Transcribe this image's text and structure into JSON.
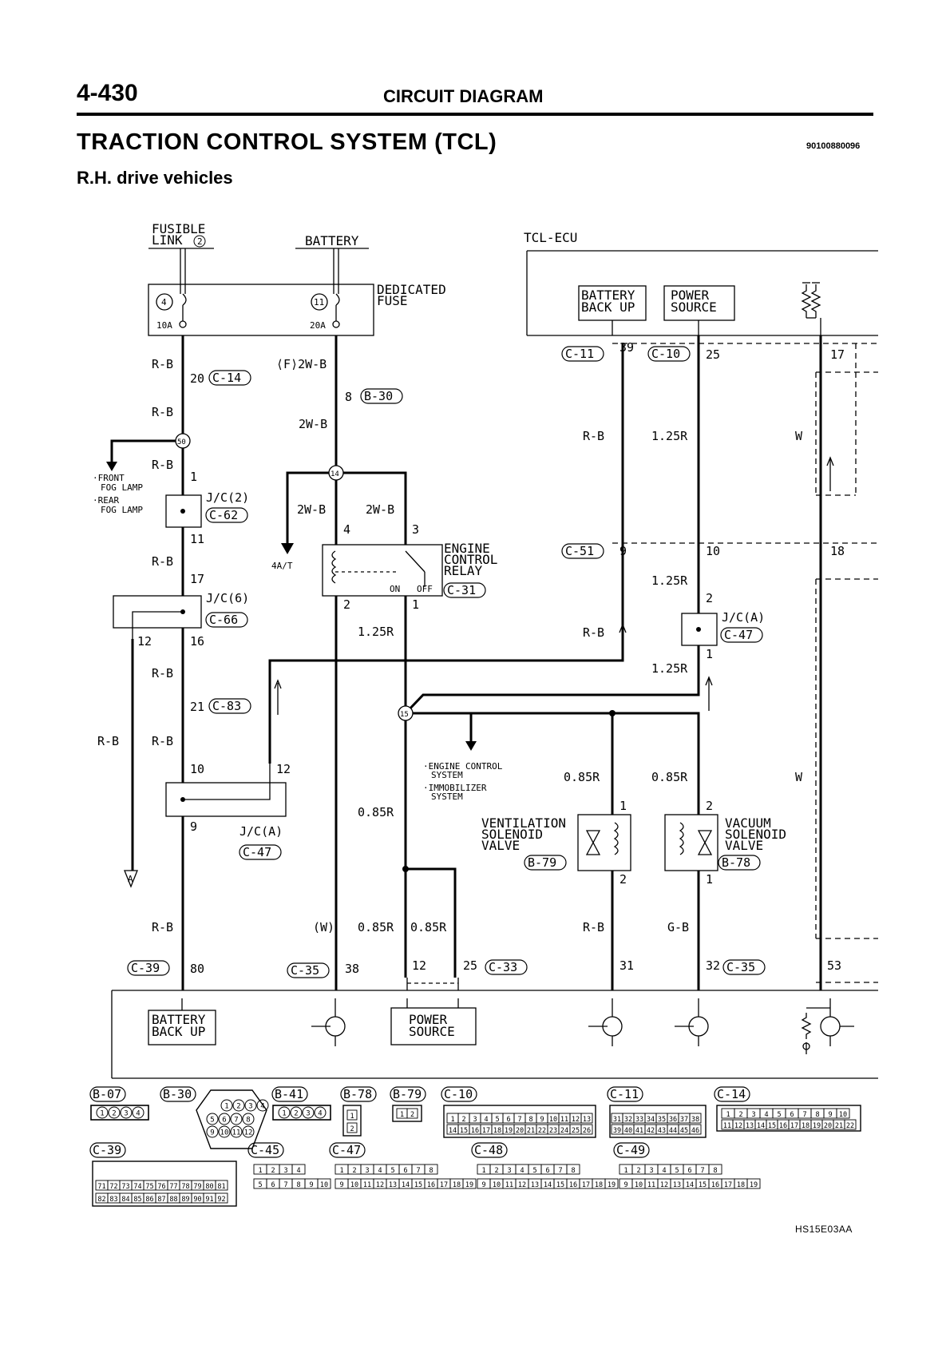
{
  "header": {
    "page_number": "4-430",
    "section_title": "CIRCUIT DIAGRAM",
    "title": "TRACTION CONTROL SYSTEM (TCL)",
    "doc_code": "90100880096",
    "subtitle": "R.H. drive vehicles",
    "figure_code": "HS15E03AA"
  },
  "diagram": {
    "labels": {
      "fusible_link_1": "FUSIBLE",
      "fusible_link_2": "LINK",
      "fusible_num": "2",
      "battery": "BATTERY",
      "tcl_ecu": "TCL-ECU",
      "dedicated_fuse_1": "DEDICATED",
      "dedicated_fuse_2": "FUSE",
      "fuse4_num": "4",
      "fuse4_amp": "10A",
      "fuse11_num": "11",
      "fuse11_amp": "20A",
      "ecu_battery_backup_1": "BATTERY",
      "ecu_battery_backup_2": "BACK UP",
      "ecu_power_source_1": "POWER",
      "ecu_power_source_2": "SOURCE",
      "front_fog_lamp_1": "·FRONT",
      "front_fog_lamp_2": "FOG LAMP",
      "rear_fog_lamp_1": "·REAR",
      "rear_fog_lamp_2": "FOG LAMP",
      "jc2": "J/C(2)",
      "jc6": "J/C(6)",
      "jca_1": "J/C(A)",
      "jca_2": "J/C(A)",
      "to_4at": "4A/T",
      "ecr_1": "ENGINE",
      "ecr_2": "CONTROL",
      "ecr_3": "RELAY",
      "on": "ON",
      "off": "OFF",
      "engine_control_system_1": "·ENGINE CONTROL",
      "engine_control_system_2": "SYSTEM",
      "immobilizer_1": "·IMMOBILIZER",
      "immobilizer_2": "SYSTEM",
      "vent_1": "VENTILATION",
      "vent_2": "SOLENOID",
      "vent_3": "VALVE",
      "vac_1": "VACUUM",
      "vac_2": "SOLENOID",
      "vac_3": "VALVE",
      "bottom_battery_backup_1": "BATTERY",
      "bottom_battery_backup_2": "BACK UP",
      "bottom_power_source_1": "POWER",
      "bottom_power_source_2": "SOURCE",
      "ground_a": "A"
    },
    "wire_colors": {
      "rb_1": "R-B",
      "rb_2": "R-B",
      "rb_3": "R-B",
      "rb_4": "R-B",
      "rb_5": "R-B",
      "rb_6": "R-B",
      "rb_7": "R-B",
      "rb_8": "R-B",
      "rb_9": "R-B",
      "rb_10": "R-B",
      "rb_11": "R-B",
      "f2wb": "⟨F⟩2W-B",
      "w2b_1": "2W-B",
      "w2b_2": "2W-B",
      "w2b_3": "2W-B",
      "r125_1": "1.25R",
      "r125_2": "1.25R",
      "r125_3": "1.25R",
      "r125_4": "1.25R",
      "r085_1": "0.85R",
      "r085_2": "0.85R",
      "r085_3": "0.85R",
      "r085_4": "0.85R",
      "r085_5": "0.85R",
      "w_1": "W",
      "w_2": "W",
      "w_paren": "(W)",
      "gb": "G-B"
    },
    "pins": {
      "p20": "20",
      "p8": "8",
      "p39": "39",
      "p25": "25",
      "p17": "17",
      "p1a": "1",
      "p11": "11",
      "p17b": "17",
      "p12a": "12",
      "p16": "16",
      "p4": "4",
      "p3": "3",
      "p2a": "2",
      "p1b": "1",
      "p9a": "9",
      "p10a": "10",
      "p18": "18",
      "p2b": "2",
      "p1c": "1",
      "p21": "21",
      "p10b": "10",
      "p12b": "12",
      "p9b": "9",
      "p1d": "1",
      "p2c": "2",
      "p2d": "2",
      "p1e": "1",
      "p80": "80",
      "p38": "38",
      "p12c": "12",
      "p25b": "25",
      "p31": "31",
      "p32": "32",
      "p53": "53"
    },
    "splices": {
      "s50": "50",
      "s14": "14",
      "s15": "15"
    },
    "connectors": {
      "c14": "C-14",
      "b30": "B-30",
      "c11": "C-11",
      "c10": "C-10",
      "c62": "C-62",
      "c66": "C-66",
      "c51": "C-51",
      "c31": "C-31",
      "c47a": "C-47",
      "c83": "C-83",
      "c47b": "C-47",
      "b79": "B-79",
      "b78": "B-78",
      "c39": "C-39",
      "c35a": "C-35",
      "c33": "C-33",
      "c35b": "C-35"
    }
  },
  "connector_views": {
    "b07": {
      "label": "B-07",
      "pins": [
        "1",
        "2",
        "3",
        "4"
      ]
    },
    "b30": {
      "label": "B-30",
      "rows": [
        [
          "1",
          "2",
          "3",
          "4"
        ],
        [
          "5",
          "6",
          "7",
          "8"
        ],
        [
          "9",
          "10",
          "11",
          "12"
        ]
      ]
    },
    "b41": {
      "label": "B-41",
      "pins": [
        "1",
        "2",
        "3",
        "4"
      ]
    },
    "b78": {
      "label": "B-78",
      "pins": [
        "1",
        "2"
      ]
    },
    "b79": {
      "label": "B-79",
      "pins": [
        "1",
        "2"
      ]
    },
    "c10": {
      "label": "C-10",
      "row1": [
        "1",
        "2",
        "3",
        "4",
        "5",
        "6",
        "7",
        "8",
        "9",
        "10",
        "11",
        "12",
        "13"
      ],
      "row2": [
        "14",
        "15",
        "16",
        "17",
        "18",
        "19",
        "20",
        "21",
        "22",
        "23",
        "24",
        "25",
        "26"
      ]
    },
    "c11": {
      "label": "C-11",
      "row1": [
        "31",
        "32",
        "33",
        "34",
        "35",
        "36",
        "37",
        "38"
      ],
      "row2": [
        "39",
        "40",
        "41",
        "42",
        "43",
        "44",
        "45",
        "46"
      ]
    },
    "c14": {
      "label": "C-14",
      "row1": [
        "1",
        "2",
        "3",
        "4",
        "5",
        "6",
        "7",
        "8",
        "9",
        "10"
      ],
      "row2": [
        "11",
        "12",
        "13",
        "14",
        "15",
        "16",
        "17",
        "18",
        "19",
        "20",
        "21",
        "22"
      ]
    },
    "c39": {
      "label": "C-39",
      "row1": [
        "71",
        "72",
        "73",
        "74",
        "75",
        "76",
        "77",
        "78",
        "79",
        "80",
        "81"
      ],
      "row2": [
        "82",
        "83",
        "84",
        "85",
        "86",
        "87",
        "88",
        "89",
        "90",
        "91",
        "92"
      ]
    },
    "c45": {
      "label": "C-45",
      "row1": [
        "1",
        "2",
        "3",
        "4"
      ],
      "row2": [
        "5",
        "6",
        "7",
        "8",
        "9",
        "10"
      ]
    },
    "c47": {
      "label": "C-47",
      "row1": [
        "1",
        "2",
        "3",
        "4",
        "5",
        "6",
        "7",
        "8"
      ],
      "row2": [
        "9",
        "10",
        "11",
        "12",
        "13",
        "14",
        "15",
        "16",
        "17",
        "18",
        "19"
      ]
    },
    "c48": {
      "label": "C-48",
      "row1": [
        "1",
        "2",
        "3",
        "4",
        "5",
        "6",
        "7",
        "8"
      ],
      "row2": [
        "9",
        "10",
        "11",
        "12",
        "13",
        "14",
        "15",
        "16",
        "17",
        "18",
        "19"
      ]
    },
    "c49": {
      "label": "C-49",
      "row1": [
        "1",
        "2",
        "3",
        "4",
        "5",
        "6",
        "7",
        "8"
      ],
      "row2": [
        "9",
        "10",
        "11",
        "12",
        "13",
        "14",
        "15",
        "16",
        "17",
        "18",
        "19"
      ]
    }
  }
}
